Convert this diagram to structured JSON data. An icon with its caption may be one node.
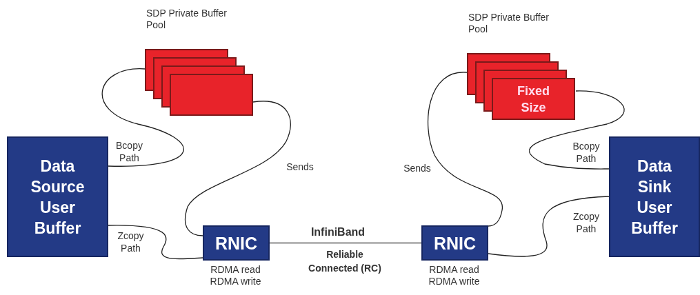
{
  "diagram": {
    "nodes": [
      {
        "text": [
          "Data Source User Buffer"
        ]
      },
      {
        "text": [
          "SDP Private Buffer Pool"
        ]
      },
      {
        "text": [
          "RNIC"
        ],
        "beside": [
          "RDMA read RDMA write"
        ]
      },
      {
        "text": [
          "RNIC"
        ],
        "beside": [
          "RDMA read RDMA write"
        ]
      },
      {
        "text": [
          "SDP Private Buffer Pool",
          "Fixed Size"
        ]
      },
      {
        "text": [
          "Data Sink User Buffer"
        ]
      }
    ],
    "edges": [
      {
        "from": 0,
        "to": 1,
        "arrow": "none",
        "label": "Bcopy Path"
      },
      {
        "from": 0,
        "to": 2,
        "arrow": "none",
        "label": "Zcopy Path"
      },
      {
        "from": 1,
        "to": 2,
        "arrow": "none",
        "label": "Sends"
      },
      {
        "from": 2,
        "to": 3,
        "arrow": "none",
        "label": "InfiniBand",
        "color": "#8c8c8c"
      },
      {
        "from": 4,
        "to": 3,
        "arrow": "none",
        "label": "Sends"
      },
      {
        "from": 4,
        "to": 5,
        "arrow": "none",
        "label": "Bcopy Path"
      },
      {
        "from": 3,
        "to": 5,
        "arrow": "none",
        "label": "Zcopy Path"
      }
    ],
    "labels": [
      "Reliable Connected (RC)"
    ]
  }
}
